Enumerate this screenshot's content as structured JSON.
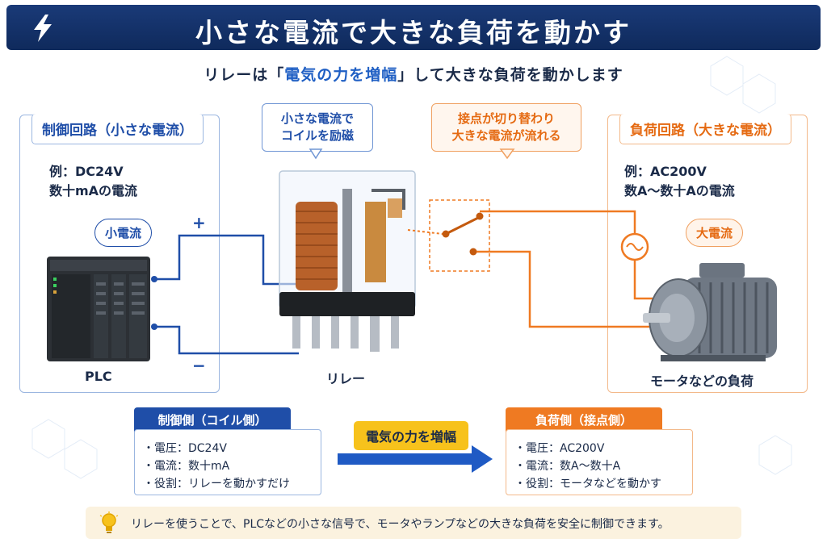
{
  "header": {
    "title": "小さな電流で大きな負荷を動かす",
    "subtitle_pre": "リレーは「",
    "subtitle_highlight": "電気の力を増幅",
    "subtitle_post": "」して大きな負荷を動かします"
  },
  "left_panel": {
    "title": "制御回路（小さな電流）",
    "desc_line1": "例：DC24V",
    "desc_line2": "数十mAの電流",
    "pill": "小電流",
    "device_label": "PLC",
    "plus": "+",
    "minus": "−"
  },
  "center": {
    "coil_callout_line1": "小さな電流で",
    "coil_callout_line2": "コイルを励磁",
    "contact_callout_line1": "接点が切り替わり",
    "contact_callout_line2": "大きな電流が流れる",
    "relay_label": "リレー"
  },
  "right_panel": {
    "title": "負荷回路（大きな電流）",
    "desc_line1": "例：AC200V",
    "desc_line2": "数A～数十Aの電流",
    "pill": "大電流",
    "device_label": "モータなどの負荷"
  },
  "bottom": {
    "control": {
      "title": "制御側（コイル側）",
      "items": [
        "・電圧：DC24V",
        "・電流：数十mA",
        "・役割：リレーを動かすだけ"
      ]
    },
    "amplify_label": "電気の力を増幅",
    "load": {
      "title": "負荷側（接点側）",
      "items": [
        "・電圧：AC200V",
        "・電流：数A～数十A",
        "・役割：モータなどを動かす"
      ]
    }
  },
  "footer": {
    "text": "リレーを使うことで、PLCなどの小さな信号で、モータやランプなどの大きな負荷を安全に制御できます。"
  },
  "colors": {
    "navy": "#0f2a5c",
    "blue": "#1f4ea8",
    "orange": "#ef7a22",
    "yellow": "#f7c21c"
  },
  "icons": [
    "lightning-bolt-icon",
    "plc-icon",
    "relay-icon",
    "switch-contact-icon",
    "ac-source-icon",
    "motor-icon",
    "lightbulb-icon"
  ]
}
